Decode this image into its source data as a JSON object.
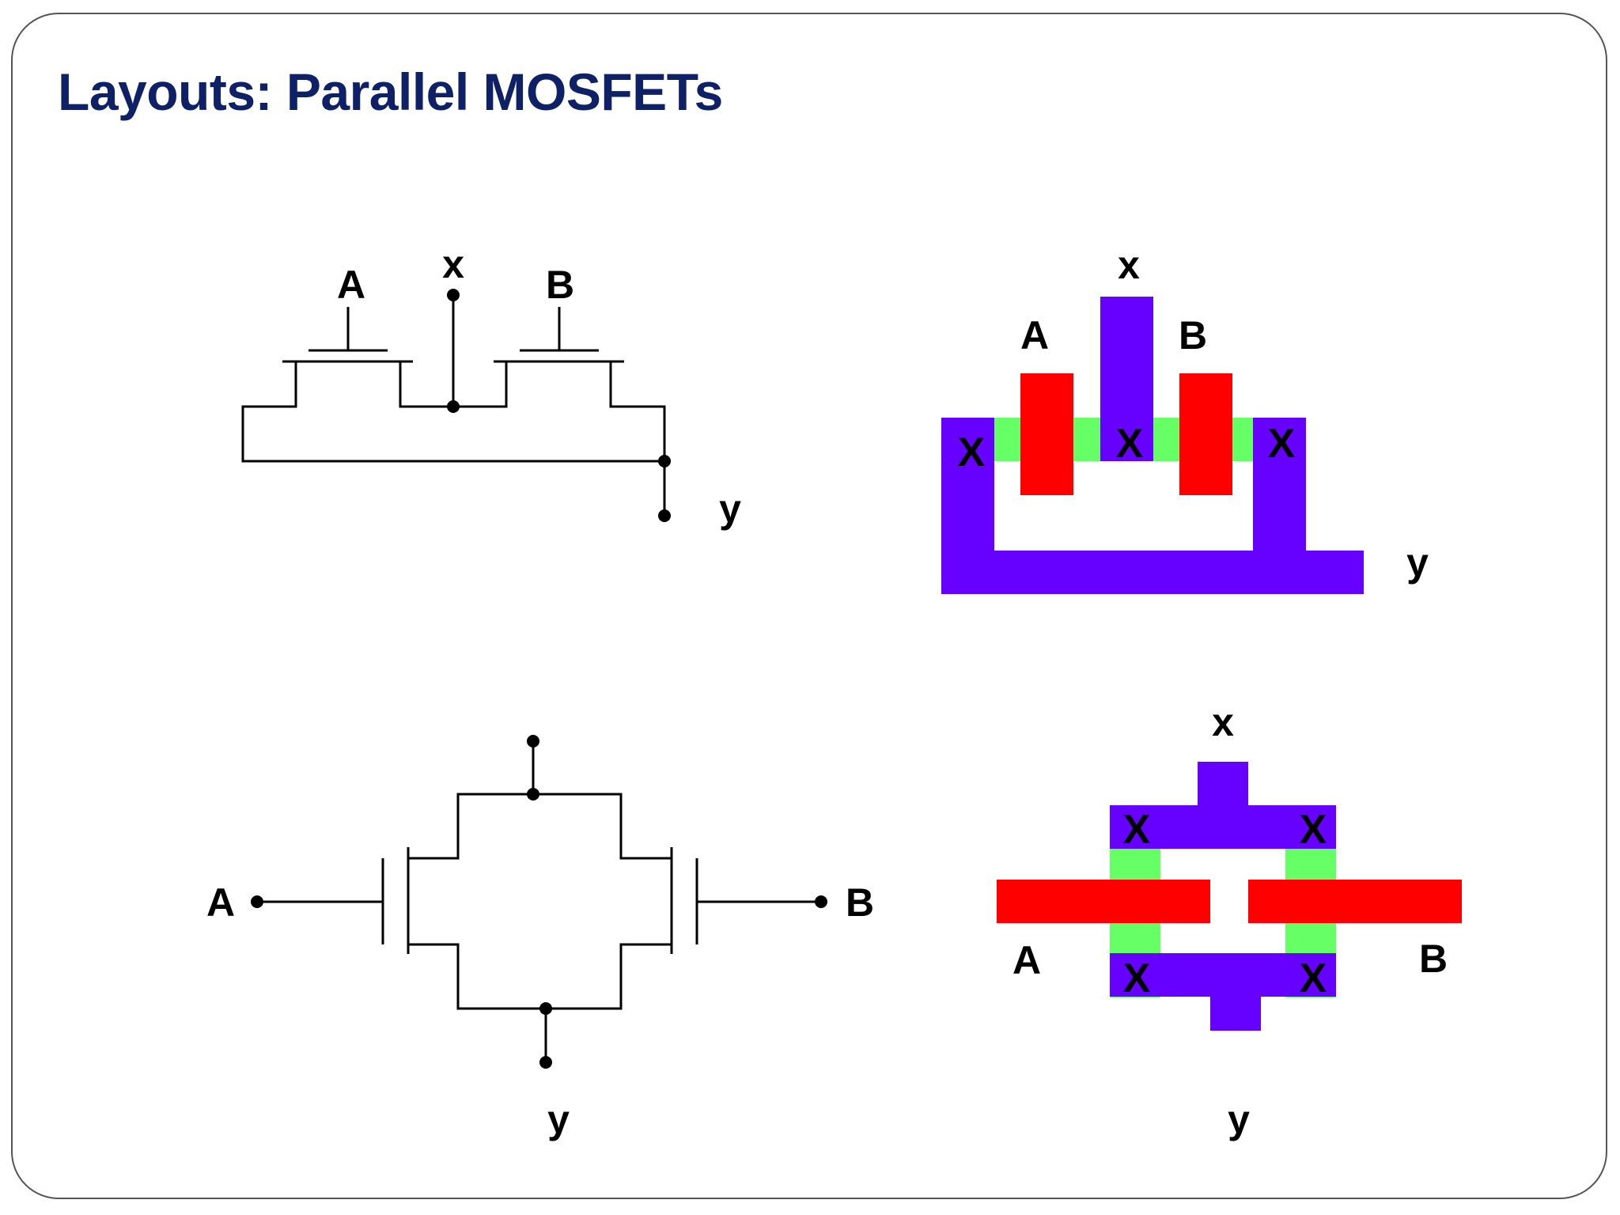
{
  "slide": {
    "title": "Layouts: Parallel MOSFETs"
  },
  "schematic_top": {
    "label_a": "A",
    "label_x": "x",
    "label_b": "B",
    "label_y": "y"
  },
  "layout_top": {
    "label_x": "x",
    "label_a": "A",
    "label_b": "B",
    "label_y": "y",
    "contact_left": "X",
    "contact_mid": "X",
    "contact_right": "X"
  },
  "schematic_bottom": {
    "label_a": "A",
    "label_b": "B",
    "label_y": "y"
  },
  "layout_bottom": {
    "label_x": "x",
    "label_a": "A",
    "label_b": "B",
    "label_y": "y",
    "contact_tl": "X",
    "contact_tr": "X",
    "contact_bl": "X",
    "contact_br": "X"
  },
  "colors": {
    "title": "#0f2166",
    "wire": "#000000",
    "metal": "#6600ff",
    "poly": "#ff0000",
    "diffusion": "#66ff66"
  }
}
